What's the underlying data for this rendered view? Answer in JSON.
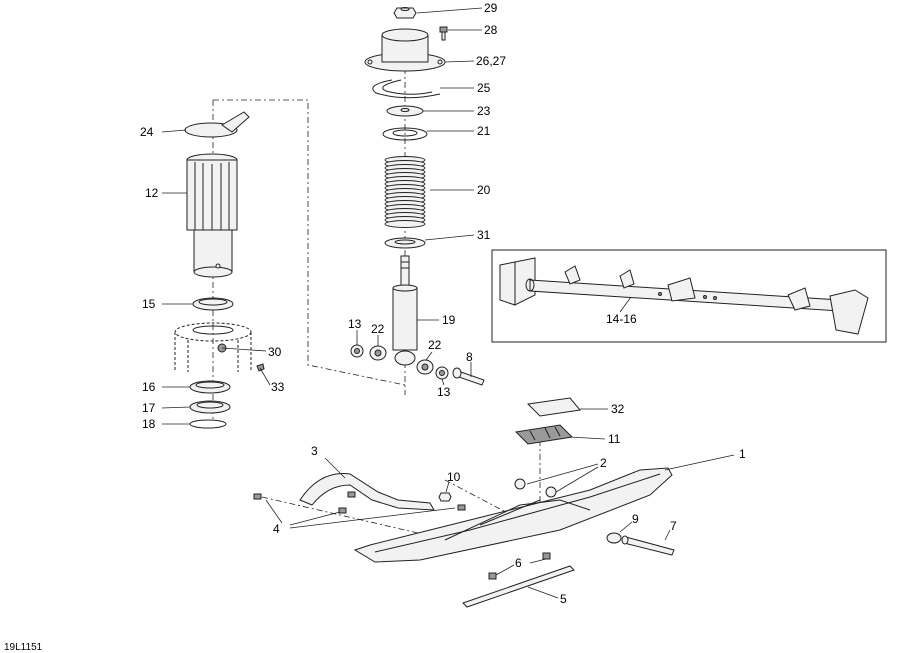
{
  "diagram": {
    "drawing_code": "19L1151",
    "callouts": {
      "c1": "1",
      "c2": "2",
      "c3": "3",
      "c4": "4",
      "c5": "5",
      "c6": "6",
      "c7": "7",
      "c8": "8",
      "c9": "9",
      "c10": "10",
      "c11": "11",
      "c12": "12",
      "c13a": "13",
      "c13b": "13",
      "c14_16": "14-16",
      "c15": "15",
      "c16": "16",
      "c17": "17",
      "c18": "18",
      "c19": "19",
      "c20": "20",
      "c21": "21",
      "c22a": "22",
      "c22b": "22",
      "c23": "23",
      "c24": "24",
      "c25": "25",
      "c26_27": "26,27",
      "c28": "28",
      "c29": "29",
      "c30": "30",
      "c31": "31",
      "c32": "32",
      "c33": "33"
    }
  }
}
